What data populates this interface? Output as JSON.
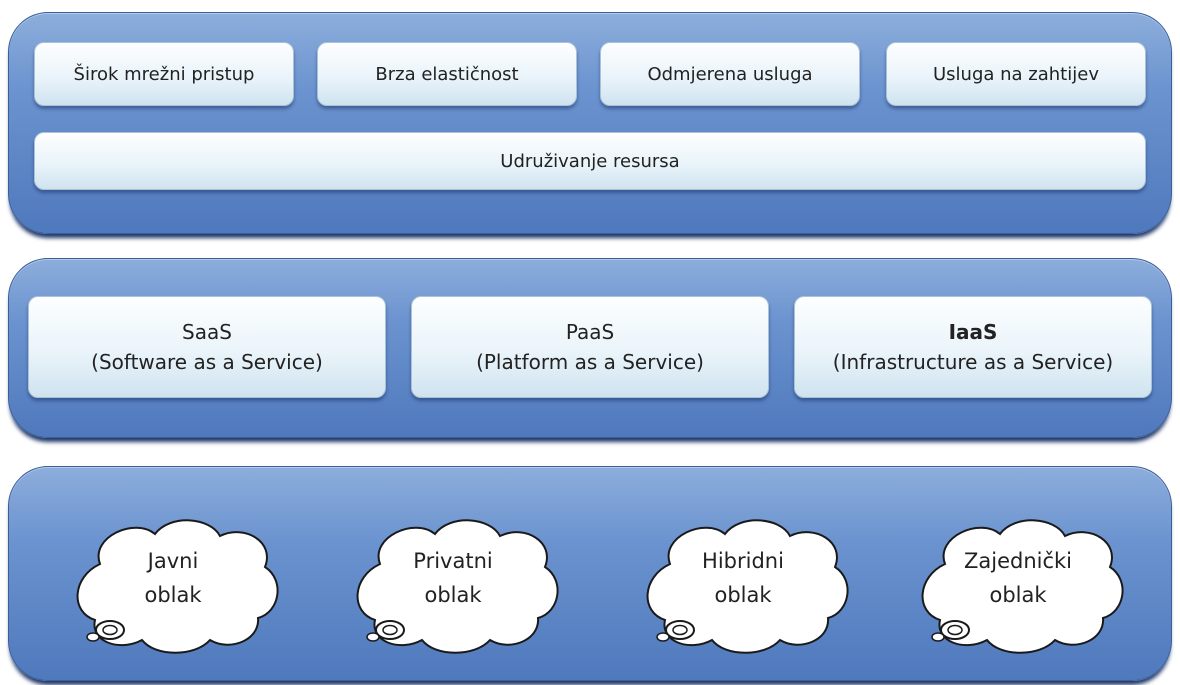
{
  "characteristics": {
    "items": [
      {
        "label": "Širok mrežni pristup"
      },
      {
        "label": "Brza elastičnost"
      },
      {
        "label": "Odmjerena usluga"
      },
      {
        "label": "Usluga na zahtijev"
      }
    ],
    "pooling_label": "Udruživanje resursa"
  },
  "service_models": {
    "items": [
      {
        "name": "SaaS",
        "full": "(Software as a Service)"
      },
      {
        "name": "PaaS",
        "full": "(Platform as a Service)"
      },
      {
        "name": "IaaS",
        "full": "(Infrastructure as a Service)"
      }
    ]
  },
  "deployment_models": {
    "items": [
      {
        "line1": "Javni",
        "line2": "oblak"
      },
      {
        "line1": "Privatni",
        "line2": "oblak"
      },
      {
        "line1": "Hibridni",
        "line2": "oblak"
      },
      {
        "line1": "Zajednički",
        "line2": "oblak"
      }
    ]
  },
  "colors": {
    "layer_blue": "#6b93cf",
    "pill_light": "#eaf4fa",
    "cloud_stroke": "#1a1a1a"
  }
}
